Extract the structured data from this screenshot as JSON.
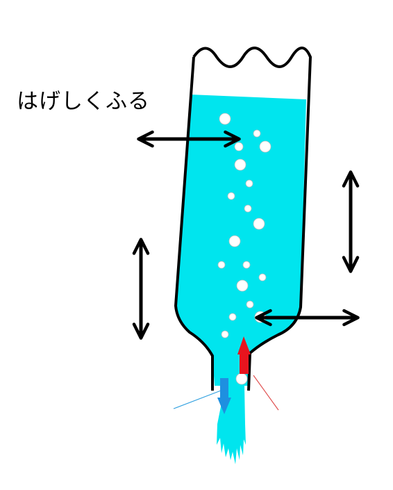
{
  "caption": "はげしくふる",
  "colors": {
    "water": "#00E5EE",
    "outline": "#000000",
    "bubble": "#FFFFFF",
    "arrow_up": "#E8141E",
    "arrow_down": "#1E90E0",
    "line_red": "#E05050",
    "line_blue": "#30A0E0"
  },
  "icons": {
    "shake_arrows": "double-headed-arrow",
    "up_arrow": "red-arrow-up",
    "down_arrow": "blue-arrow-down"
  }
}
